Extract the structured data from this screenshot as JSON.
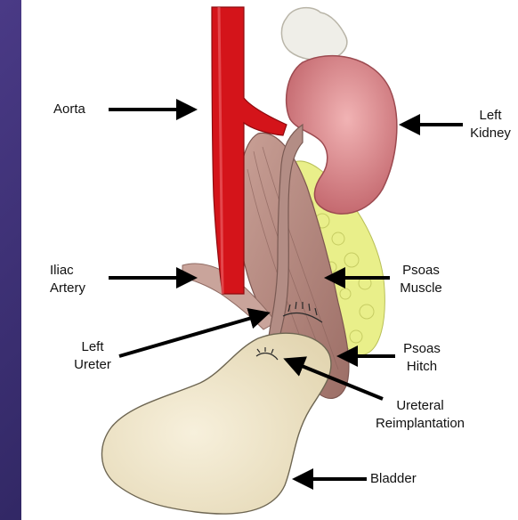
{
  "diagram": {
    "labels": {
      "aorta": "Aorta",
      "left_kidney": "Left\nKidney",
      "iliac_artery": "Iliac\nArtery",
      "psoas_muscle": "Psoas\nMuscle",
      "left_ureter": "Left\nUreter",
      "psoas_hitch": "Psoas\nHitch",
      "ureteral_reimplantation": "Ureteral\nReimplantation",
      "bladder": "Bladder"
    },
    "colors": {
      "background": "#3a2f6e",
      "panel": "#ffffff",
      "aorta": "#d4141a",
      "kidney": "#d98a8e",
      "fat": "#e9ef8a",
      "muscle": "#b98a80",
      "ureter": "#a9847c",
      "bladder": "#efe6c9",
      "arrow": "#000000"
    }
  }
}
